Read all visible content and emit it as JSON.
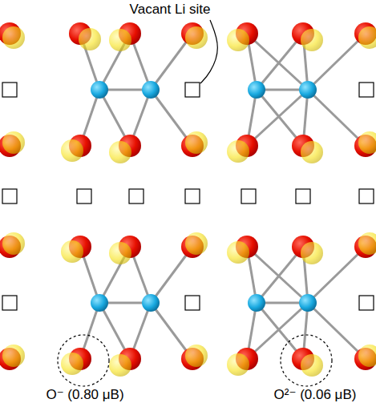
{
  "diagram": {
    "labels": [
      "Vacant Li site",
      "O⁻ (0.80 μB)",
      "O²⁻ (0.06 μB)"
    ]
  }
}
